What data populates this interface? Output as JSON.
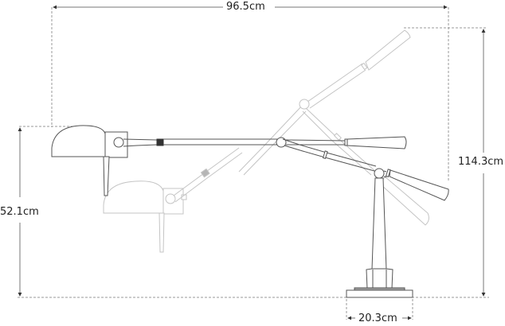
{
  "diagram": {
    "subject": "Adjustable balance-arm desk lamp dimension drawing",
    "colors": {
      "main_outline": "#555555",
      "ghost_outline": "#c4c4c4",
      "dimension_line": "#777777",
      "guide_dashed": "#9a9a9a",
      "label_text": "#222222",
      "background": "#ffffff"
    },
    "dimensions": {
      "overall_width": {
        "label": "96.5cm",
        "orientation": "horizontal"
      },
      "overall_height": {
        "label": "114.3cm",
        "orientation": "vertical"
      },
      "shade_height": {
        "label": "52.1cm",
        "orientation": "vertical"
      },
      "base_width": {
        "label": "20.3cm",
        "orientation": "horizontal"
      }
    },
    "positions": [
      {
        "name": "horizontal-arm-position",
        "style": "solid"
      },
      {
        "name": "lowered-arm-position",
        "style": "ghost"
      },
      {
        "name": "raised-arm-position",
        "style": "ghost"
      }
    ]
  }
}
